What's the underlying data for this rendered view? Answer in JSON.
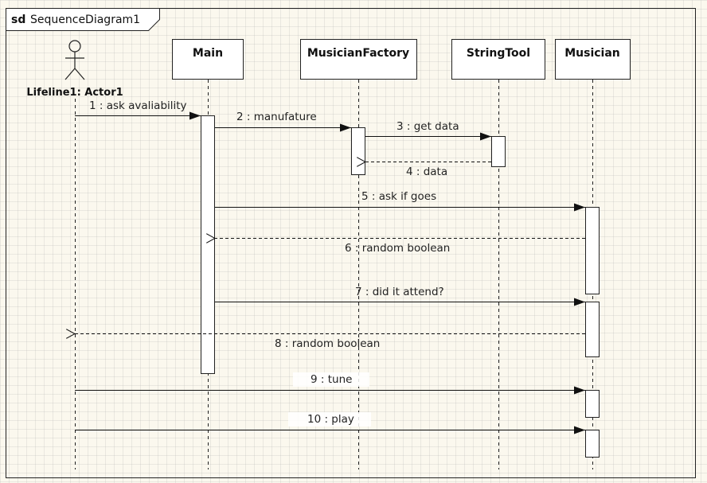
{
  "frame": {
    "keyword": "sd",
    "name": "SequenceDiagram1"
  },
  "actor": {
    "label": "Lifeline1: Actor1"
  },
  "lifelines": [
    {
      "label": "Main"
    },
    {
      "label": "MusicianFactory"
    },
    {
      "label": "StringTool"
    },
    {
      "label": "Musician"
    }
  ],
  "messages": [
    {
      "label": "1 : ask avaliability",
      "type": "sync"
    },
    {
      "label": "2 : manufature",
      "type": "sync"
    },
    {
      "label": "3 : get data",
      "type": "sync"
    },
    {
      "label": "4 : data",
      "type": "reply"
    },
    {
      "label": "5 : ask if goes",
      "type": "sync"
    },
    {
      "label": "6 : random boolean",
      "type": "reply"
    },
    {
      "label": "7 : did it attend?",
      "type": "sync"
    },
    {
      "label": "8 : random boolean",
      "type": "reply"
    },
    {
      "label": "9 : tune",
      "type": "sync"
    },
    {
      "label": "10 : play",
      "type": "sync"
    }
  ]
}
